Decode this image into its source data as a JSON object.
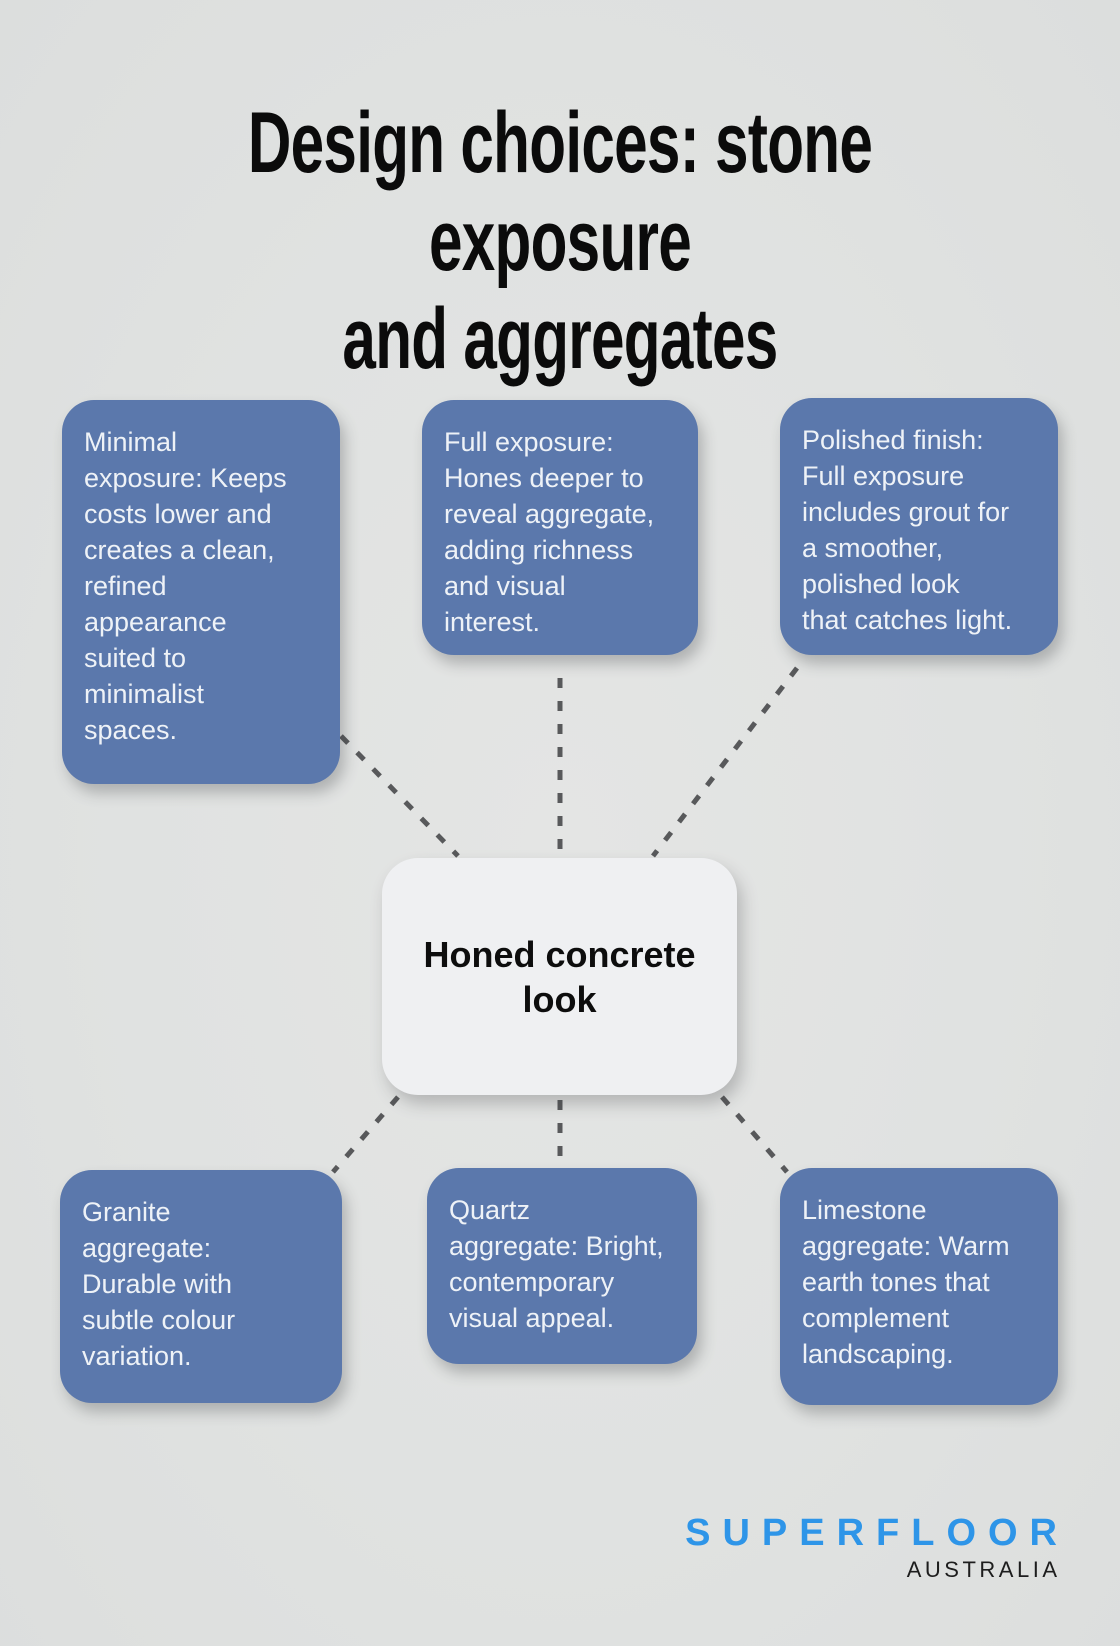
{
  "title": {
    "lines": [
      "Design choices: stone exposure",
      "and aggregates"
    ]
  },
  "diagram": {
    "center": {
      "id": "honed-concrete-look",
      "lines": [
        "Honed concrete",
        "look"
      ]
    },
    "nodes": [
      {
        "id": "minimal-exposure",
        "lines": [
          "Minimal",
          "exposure: Keeps",
          "costs lower and",
          "creates a clean,",
          "refined",
          "appearance",
          "suited to",
          "minimalist",
          "spaces."
        ]
      },
      {
        "id": "full-exposure",
        "lines": [
          "Full exposure:",
          "Hones deeper to",
          "reveal aggregate,",
          "adding richness",
          "and visual",
          "interest."
        ]
      },
      {
        "id": "polished-finish",
        "lines": [
          "Polished finish:",
          "Full exposure",
          "includes grout for",
          "a smoother,",
          "polished look",
          "that catches light."
        ]
      },
      {
        "id": "granite-aggregate",
        "lines": [
          "Granite",
          "aggregate:",
          "Durable with",
          "subtle colour",
          "variation."
        ]
      },
      {
        "id": "quartz-aggregate",
        "lines": [
          "Quartz",
          "aggregate: Bright,",
          "contemporary",
          "visual appeal."
        ]
      },
      {
        "id": "limestone-aggregate",
        "lines": [
          "Limestone",
          "aggregate: Warm",
          "earth tones that",
          "complement",
          "landscaping."
        ]
      }
    ]
  },
  "logo": {
    "brand": "SUPERFLOOR",
    "region": "AUSTRALIA",
    "brand_color": "#2e95e8",
    "region_color": "#1d1d1d"
  },
  "colors": {
    "background": "#e0e2e1",
    "node_fill": "#5b78ac",
    "node_text": "#eef2f7",
    "center_fill": "#eff0f2",
    "center_text": "#0d0d0d",
    "connector": "#58595b",
    "title_text": "#0b0b0b"
  }
}
